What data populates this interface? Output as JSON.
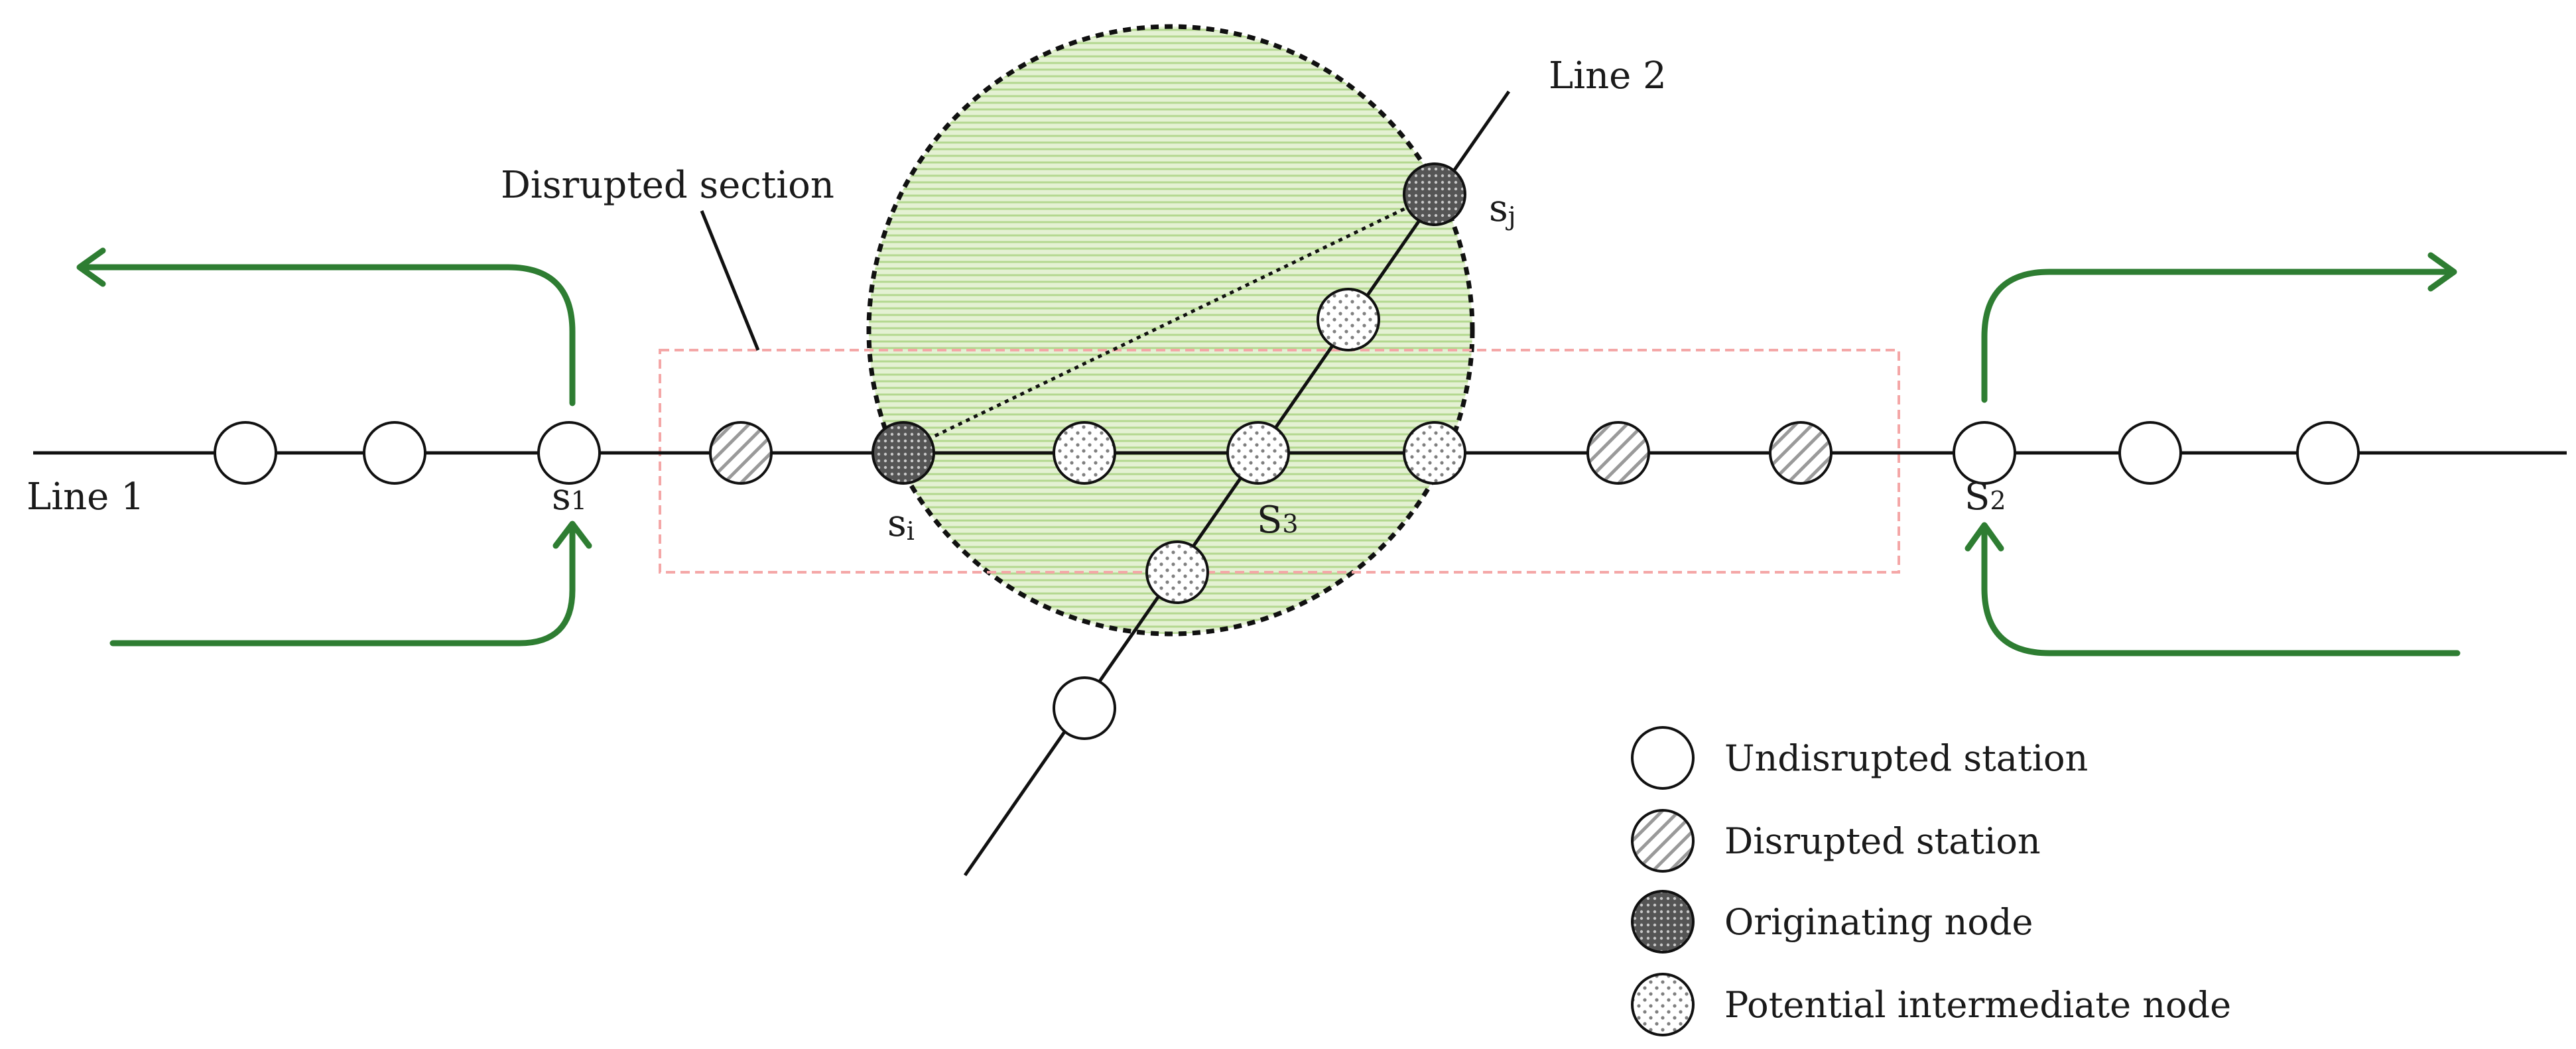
{
  "labels": {
    "line1": "Line 1",
    "line2": "Line 2",
    "disrupted_section": "Disrupted section"
  },
  "stations": {
    "s1": {
      "base": "s",
      "sub": "1"
    },
    "s2": {
      "base": "S",
      "sub": "2"
    },
    "s3": {
      "base": "S",
      "sub": "3"
    },
    "si": {
      "base": "s",
      "sub": "i"
    },
    "sj": {
      "base": "s",
      "sub": "j"
    }
  },
  "legend": [
    {
      "type": "undisrupted",
      "label": "Undisrupted station"
    },
    {
      "type": "disrupted",
      "label": "Disrupted station"
    },
    {
      "type": "originating",
      "label": "Originating node"
    },
    {
      "type": "intermediate",
      "label": "Potential intermediate node"
    }
  ],
  "colors": {
    "line": "#111111",
    "arrow": "#2e7d32",
    "catchment_fill": "#cfe6b0",
    "catchment_stroke": "#111111",
    "section_border": "#f4a7a7",
    "originating": "#555555",
    "station_fill": "#ffffff"
  }
}
